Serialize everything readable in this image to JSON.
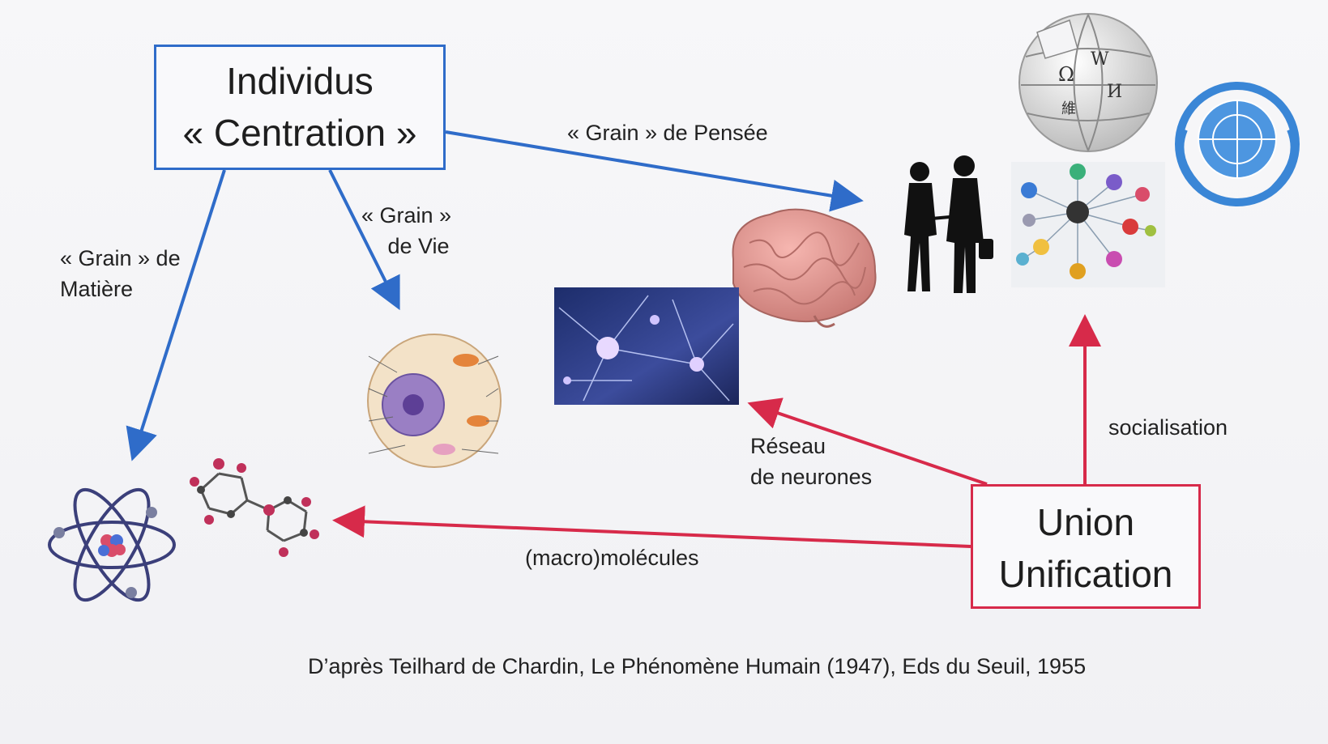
{
  "boxes": {
    "individus": {
      "line1": "Individus",
      "line2": "« Centration »"
    },
    "union": {
      "line1": "Union",
      "line2": "Unification"
    }
  },
  "arrows": {
    "pensee": {
      "label": "« Grain » de Pensée",
      "color": "#2f6cc9"
    },
    "vie": {
      "line1": "« Grain »",
      "line2": "de Vie",
      "color": "#2f6cc9"
    },
    "matiere": {
      "line1": "« Grain » de",
      "line2": "Matière",
      "color": "#2f6cc9"
    },
    "socialisation": {
      "label": "socialisation",
      "color": "#d72a4a"
    },
    "neurones": {
      "line1": "Réseau",
      "line2": "de neurones",
      "color": "#d72a4a"
    },
    "molecules": {
      "label": "(macro)molécules",
      "color": "#d72a4a"
    }
  },
  "images": [
    {
      "icon": "wikipedia-globe-icon"
    },
    {
      "icon": "united-nations-emblem-icon"
    },
    {
      "icon": "couple-silhouette-icon"
    },
    {
      "icon": "social-network-icon"
    },
    {
      "icon": "brain-icon"
    },
    {
      "icon": "neuron-network-image"
    },
    {
      "icon": "cell-diagram-image"
    },
    {
      "icon": "atom-icon"
    },
    {
      "icon": "molecule-icon"
    }
  ],
  "caption": "D’après Teilhard de Chardin, Le Phénomène Humain (1947), Eds du Seuil, 1955"
}
